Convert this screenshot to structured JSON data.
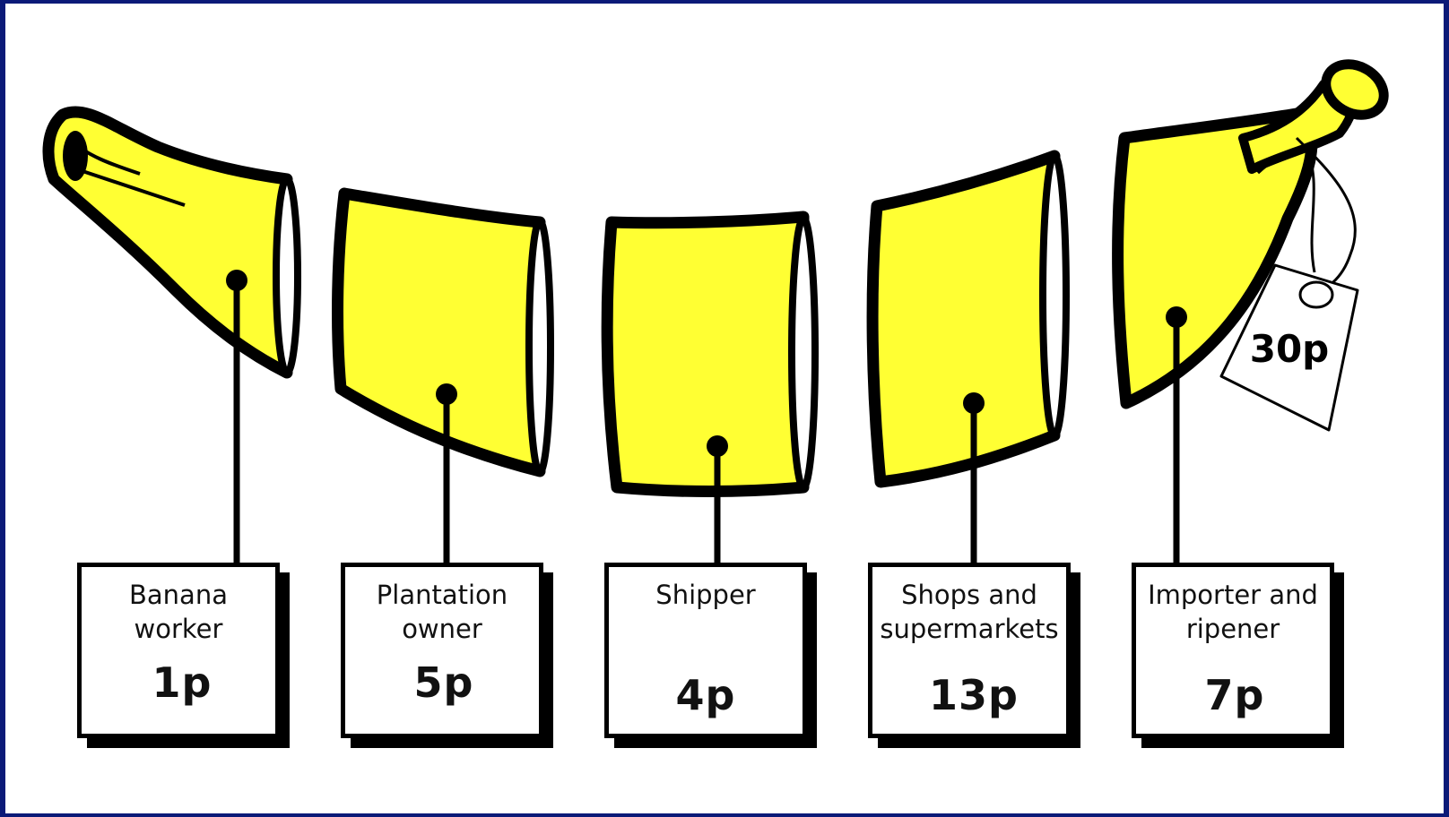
{
  "stages": [
    {
      "id": "banana-worker",
      "name": "Banana\nworker",
      "price": "1p"
    },
    {
      "id": "plantation-owner",
      "name": "Plantation\nowner",
      "price": "5p"
    },
    {
      "id": "shipper",
      "name": "Shipper",
      "price": "4p"
    },
    {
      "id": "shops-supermarkets",
      "name": "Shops and\nsupermarkets",
      "price": "13p"
    },
    {
      "id": "importer-ripener",
      "name": "Importer and\nripener",
      "price": "7p"
    }
  ],
  "price_tag": {
    "label": "30p"
  },
  "colors": {
    "frame": "#0b1a78",
    "banana": "#ffff33",
    "outline": "#000000",
    "background": "#ffffff"
  }
}
